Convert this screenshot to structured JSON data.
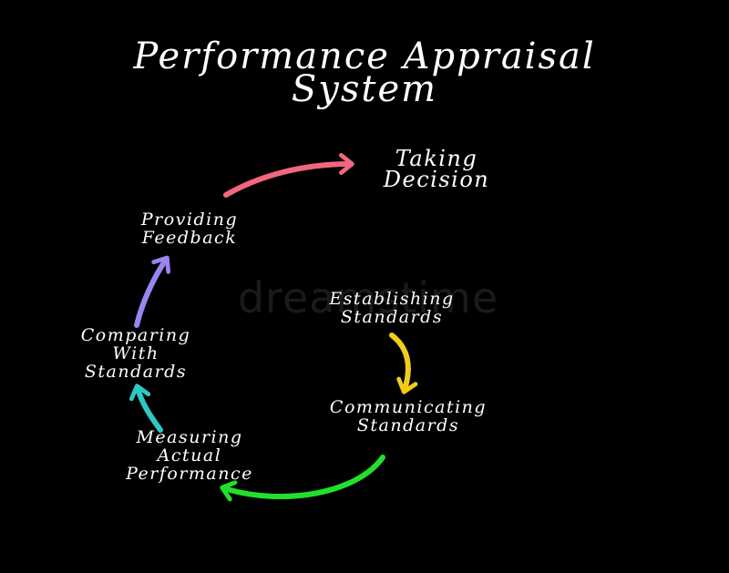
{
  "title": {
    "line1": "Performance Appraisal",
    "line2": "System"
  },
  "steps": {
    "establishing": [
      "Establishing",
      "Standards"
    ],
    "communicating": [
      "Communicating",
      "Standards"
    ],
    "measuring": [
      "Measuring",
      "Actual",
      "Performance"
    ],
    "comparing": [
      "Comparing",
      "With",
      "Standards"
    ],
    "providing": [
      "Providing",
      "Feedback"
    ],
    "taking": [
      "Taking",
      "Decision"
    ]
  },
  "watermark": "dreamstime",
  "colors": {
    "background": "#000000",
    "text": "#ffffff",
    "arrow_establishing_to_communicating": "#f2cc1c",
    "arrow_communicating_to_measuring": "#22e02a",
    "arrow_measuring_to_comparing": "#2ec7c4",
    "arrow_comparing_to_providing": "#9a84ee",
    "arrow_providing_to_taking": "#f2677d"
  }
}
